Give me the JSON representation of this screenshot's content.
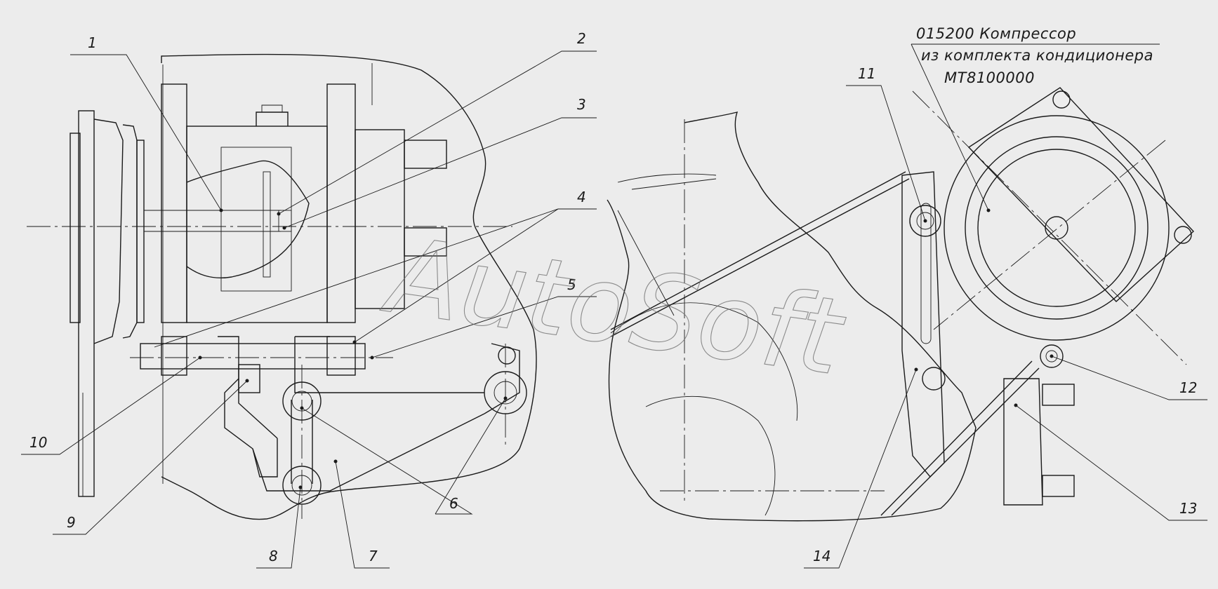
{
  "drawing": {
    "title_lines": [
      "015200 Компрессор",
      "из комплекта кондиционера",
      "МТ8100000"
    ],
    "watermark": "AutoSoft",
    "callouts": [
      "1",
      "2",
      "3",
      "4",
      "5",
      "6",
      "7",
      "8",
      "9",
      "10",
      "11",
      "12",
      "13",
      "14"
    ]
  }
}
